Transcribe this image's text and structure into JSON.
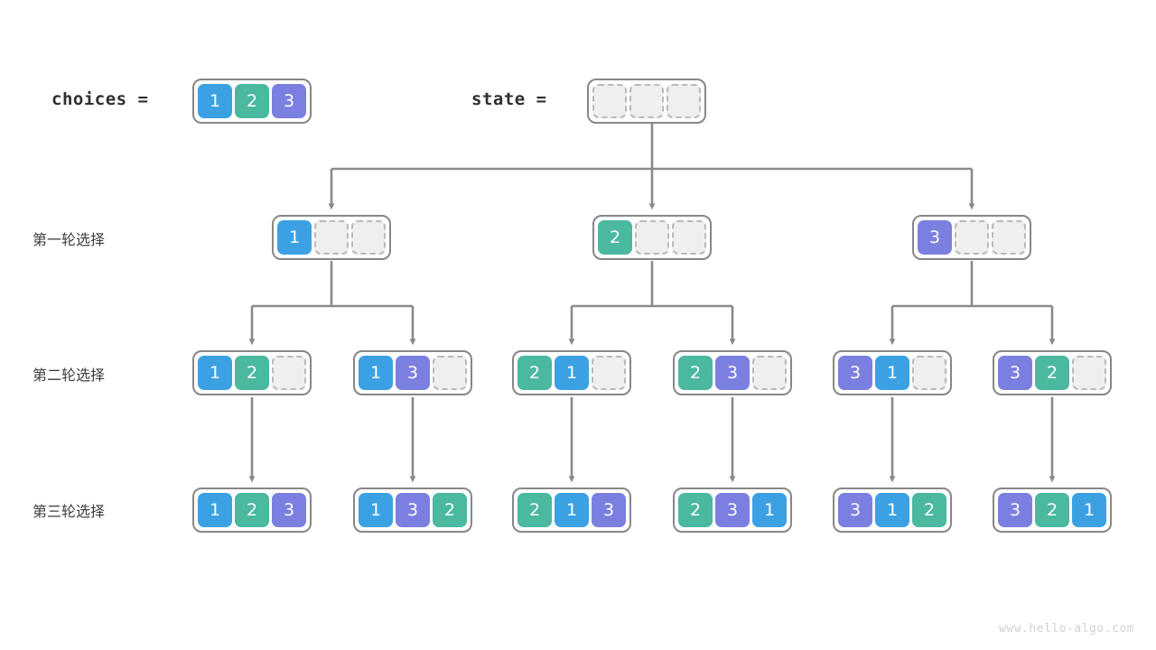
{
  "watermark": "www.hello-algo.com",
  "palette": {
    "value_1": "#3ba1e3",
    "value_2": "#4bb8a0",
    "value_3": "#7b7fe0",
    "empty_cell": "#efefef",
    "node_border": "#878787",
    "connector": "#8a8a8a",
    "label_text": "#3c3c3c",
    "background": "#ffffff"
  },
  "captions": {
    "choices_label": "choices =",
    "state_label": "state ="
  },
  "row_labels": [
    "第一轮选择",
    "第二轮选择",
    "第三轮选择"
  ],
  "header_nodes": {
    "choices": {
      "cells": [
        "1",
        "2",
        "3"
      ]
    },
    "state": {
      "cells": [
        "",
        "",
        ""
      ]
    }
  },
  "tree": {
    "level_1": [
      {
        "cells": [
          "1",
          "",
          ""
        ]
      },
      {
        "cells": [
          "2",
          "",
          ""
        ]
      },
      {
        "cells": [
          "3",
          "",
          ""
        ]
      }
    ],
    "level_2": [
      {
        "cells": [
          "1",
          "2",
          ""
        ]
      },
      {
        "cells": [
          "1",
          "3",
          ""
        ]
      },
      {
        "cells": [
          "2",
          "1",
          ""
        ]
      },
      {
        "cells": [
          "2",
          "3",
          ""
        ]
      },
      {
        "cells": [
          "3",
          "1",
          ""
        ]
      },
      {
        "cells": [
          "3",
          "2",
          ""
        ]
      }
    ],
    "level_3": [
      {
        "cells": [
          "1",
          "2",
          "3"
        ]
      },
      {
        "cells": [
          "1",
          "3",
          "2"
        ]
      },
      {
        "cells": [
          "2",
          "1",
          "3"
        ]
      },
      {
        "cells": [
          "2",
          "3",
          "1"
        ]
      },
      {
        "cells": [
          "3",
          "1",
          "2"
        ]
      },
      {
        "cells": [
          "3",
          "2",
          "1"
        ]
      }
    ]
  }
}
